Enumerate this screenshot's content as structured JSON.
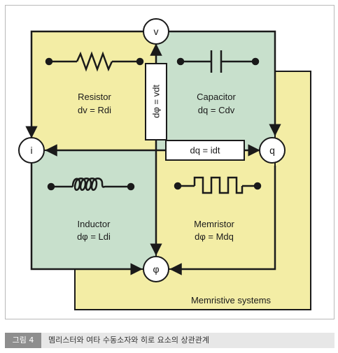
{
  "colors": {
    "yellow": "#f3eda5",
    "green": "#c8e0cc",
    "stroke": "#1a1a1a",
    "caption_bar": "#e7e7e7",
    "caption_tag": "#8e8e8e"
  },
  "nodes": {
    "v": "v",
    "i": "i",
    "q": "q",
    "phi": "φ"
  },
  "quadrants": {
    "resistor": {
      "name": "Resistor",
      "equation": "dv = Rdi"
    },
    "capacitor": {
      "name": "Capacitor",
      "equation": "dq = Cdv"
    },
    "inductor": {
      "name": "Inductor",
      "equation": "dφ = Ldi"
    },
    "memristor": {
      "name": "Memristor",
      "equation": "dφ = Mdq"
    }
  },
  "links": {
    "flux_voltage": "dφ = vdt",
    "charge_current": "dq = idt"
  },
  "memristive_label": "Memristive systems",
  "caption": {
    "tag": "그림 4",
    "text": "멤리스터와 여타 수동소자와 히로 요소의 상관관계"
  }
}
